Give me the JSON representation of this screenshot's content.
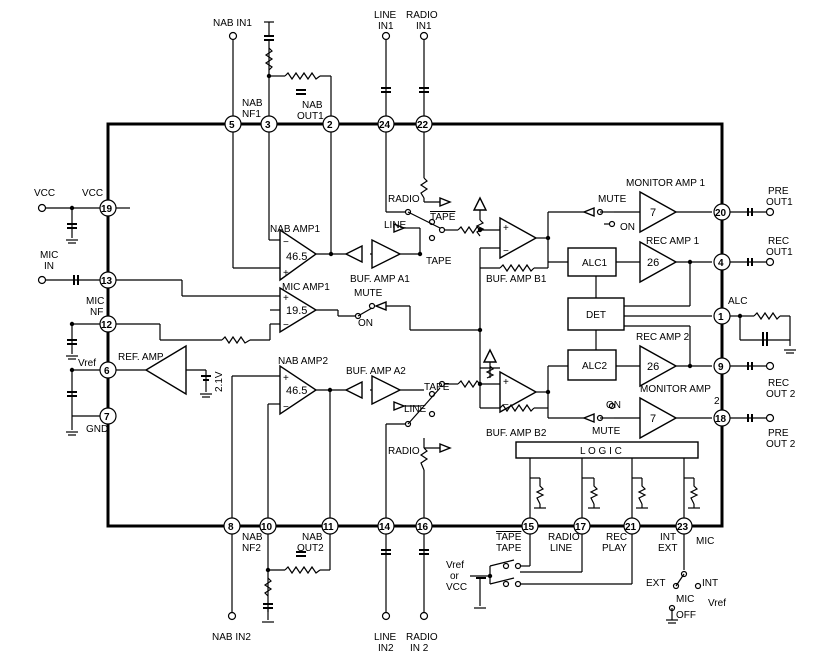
{
  "pins": [
    {
      "n": "5"
    },
    {
      "n": "3"
    },
    {
      "n": "2"
    },
    {
      "n": "24"
    },
    {
      "n": "22"
    },
    {
      "n": "19"
    },
    {
      "n": "13"
    },
    {
      "n": "12"
    },
    {
      "n": "6"
    },
    {
      "n": "7"
    },
    {
      "n": "20"
    },
    {
      "n": "4"
    },
    {
      "n": "1"
    },
    {
      "n": "9"
    },
    {
      "n": "18"
    },
    {
      "n": "8"
    },
    {
      "n": "10"
    },
    {
      "n": "11"
    },
    {
      "n": "14"
    },
    {
      "n": "16"
    },
    {
      "n": "15"
    },
    {
      "n": "17"
    },
    {
      "n": "21"
    },
    {
      "n": "23"
    }
  ],
  "labels": {
    "nab_in1": "NAB IN1",
    "line_in1_a": "LINE",
    "line_in1_b": "IN1",
    "radio_in1_a": "RADIO",
    "radio_in1_b": "IN1",
    "nab_nf1_a": "NAB",
    "nab_nf1_b": "NF1",
    "nab_out1_a": "NAB",
    "nab_out1_b": "OUT1",
    "vcc_ext": "VCC",
    "vcc_int": "VCC",
    "mic_in_a": "MIC",
    "mic_in_b": "IN",
    "mic_nf_a": "MIC",
    "mic_nf_b": "NF",
    "vref": "Vref",
    "gnd": "GND",
    "ref_amp": "REF. AMP",
    "v21": "2.1V",
    "nab_amp1": "NAB AMP1",
    "nab_amp2": "NAB AMP2",
    "mic_amp1": "MIC AMP1",
    "buf_amp_a1": "BUF. AMP A1",
    "buf_amp_a2": "BUF. AMP A2",
    "buf_amp_b1": "BUF. AMP B1",
    "buf_amp_b2": "BUF. AMP B2",
    "radio1": "RADIO",
    "line1": "LINE",
    "tape1_bar": "TAPE",
    "tape1": "TAPE",
    "radio2": "RADIO",
    "line2": "LINE",
    "tape2": "TAPE",
    "mute_mic": "MUTE",
    "on_mic": "ON",
    "mute_top": "MUTE",
    "on_top": "ON",
    "on_bot": "ON",
    "mute_bot": "MUTE",
    "monitor_amp1": "MONITOR AMP 1",
    "rec_amp1": "REC AMP 1",
    "rec_amp2": "REC AMP 2",
    "monitor_amp2_a": "MONITOR AMP",
    "monitor_amp2_b": "2",
    "alc1": "ALC1",
    "alc2": "ALC2",
    "det": "DET",
    "alc": "ALC",
    "logic": "L O G I C",
    "pre_out1_a": "PRE",
    "pre_out1_b": "OUT1",
    "rec_out1_a": "REC",
    "rec_out1_b": "OUT1",
    "rec_out2_a": "REC",
    "rec_out2_b": "OUT 2",
    "pre_out2_a": "PRE",
    "pre_out2_b": "OUT 2",
    "nab_nf2_a": "NAB",
    "nab_nf2_b": "NF2",
    "nab_out2_a": "NAB",
    "nab_out2_b": "OUT2",
    "nab_in2": "NAB IN2",
    "line_in2_a": "LINE",
    "line_in2_b": "IN2",
    "radio_in2_a": "RADIO",
    "radio_in2_b": "IN 2",
    "tape_sel_bar": "TAPE",
    "tape_sel": "TAPE",
    "radio_line_a": "RADIO",
    "radio_line_b": "LINE",
    "rec_play_a": "REC",
    "rec_play_b": "PLAY",
    "int_ext_a": "INT",
    "int_ext_b": "EXT",
    "mic_b": "MIC",
    "vref_b": "Vref",
    "or_b": "or",
    "vcc_b": "VCC",
    "ext_sw": "EXT",
    "int_sw": "INT",
    "mic_sw": "MIC",
    "off_sw": "OFF",
    "vref_sw": "Vref"
  },
  "gains": {
    "nab1": "46.5",
    "nab2": "46.5",
    "mic1": "19.5",
    "mon1": "7",
    "rec1": "26",
    "rec2": "26",
    "mon2": "7"
  }
}
